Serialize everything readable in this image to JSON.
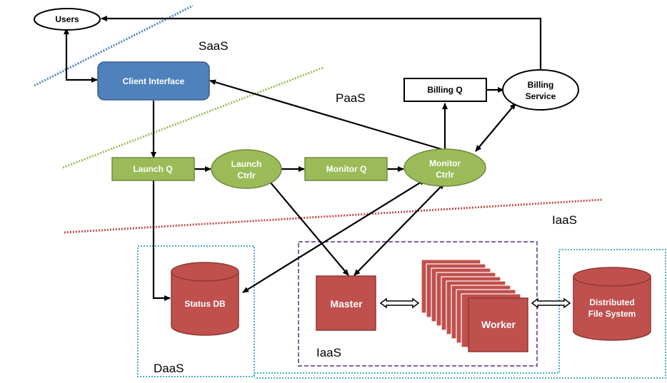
{
  "layers": {
    "saas": "SaaS",
    "paas": "PaaS",
    "iaas_top": "IaaS",
    "iaas_bottom": "IaaS",
    "daas": "DaaS"
  },
  "nodes": {
    "users": "Users",
    "client_interface": "Client Interface",
    "billing_q": "Billing Q",
    "billing_service": [
      "Billing",
      "Service"
    ],
    "launch_q": "Launch Q",
    "launch_ctrlr": [
      "Launch",
      "Ctrlr"
    ],
    "monitor_q": "Monitor Q",
    "monitor_ctrlr": [
      "Monitor",
      "Ctrlr"
    ],
    "status_db": "Status DB",
    "master": "Master",
    "worker": "Worker",
    "distributed_fs": [
      "Distributed",
      "File System"
    ]
  },
  "colors": {
    "blue_box": "#4f81bd",
    "green_box": "#9bbb59",
    "red_box": "#c0504d",
    "saas_line": "#4f81bd",
    "paas_line": "#9bbb59",
    "iaas_line": "#c0504d",
    "daas_border": "#4bacc6",
    "iaas_border": "#8064a2"
  }
}
